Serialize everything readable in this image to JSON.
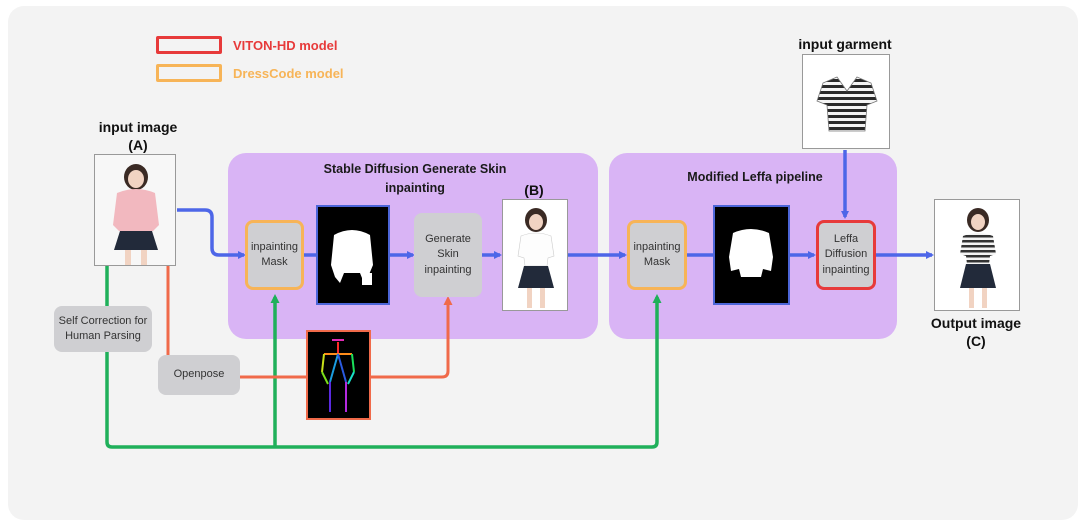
{
  "legend": {
    "viton": {
      "label": "VITON-HD model",
      "color": "#e73a3a"
    },
    "dresscode": {
      "label": "DressCode model",
      "color": "#f7b457"
    }
  },
  "labels": {
    "input_image": "input image",
    "input_image_tag": "(A)",
    "input_garment": "input garment",
    "mid_tag": "(B)",
    "output_image": "Output image",
    "output_tag": "(C)"
  },
  "panels": {
    "skin": "Stable Diffusion Generate Skin\ninpainting",
    "leffa": "Modified Leffa pipeline"
  },
  "nodes": {
    "inpaint_mask_1": "inpainting\nMask",
    "generate_skin": "Generate\nSkin\ninpainting",
    "inpaint_mask_2": "inpainting\nMask",
    "leffa": "Leffa\nDiffusion\ninpainting",
    "schp": "Self Correction for\nHuman Parsing",
    "openpose": "Openpose"
  },
  "colors": {
    "panel": "#d9b4f5",
    "blue_arrow": "#4d66e8",
    "green_line": "#1fb05a",
    "orange_line": "#f06a4a",
    "orange_border": "#f7b457",
    "red_border": "#e73a3a"
  }
}
